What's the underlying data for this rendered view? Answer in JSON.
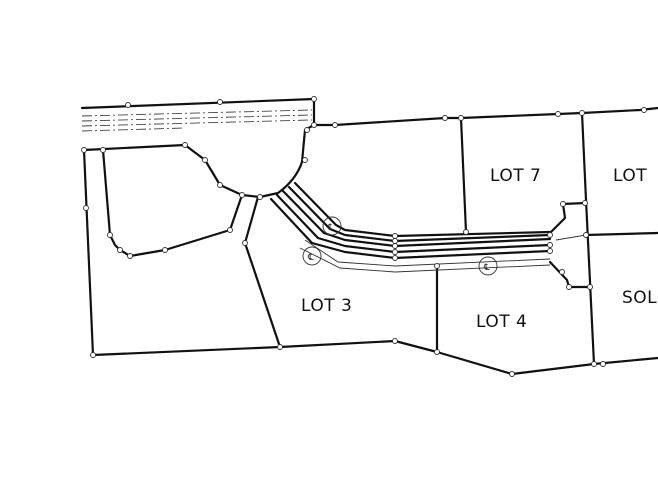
{
  "lots": {
    "lot7": "LOT 7",
    "lot_partial_top_right": "LOT",
    "lot3": "LOT 3",
    "lot4": "LOT 4",
    "sold_partial": "SOL"
  },
  "centerline_symbol": "℄",
  "colors": {
    "lines": "#111111",
    "background": "#ffffff"
  }
}
